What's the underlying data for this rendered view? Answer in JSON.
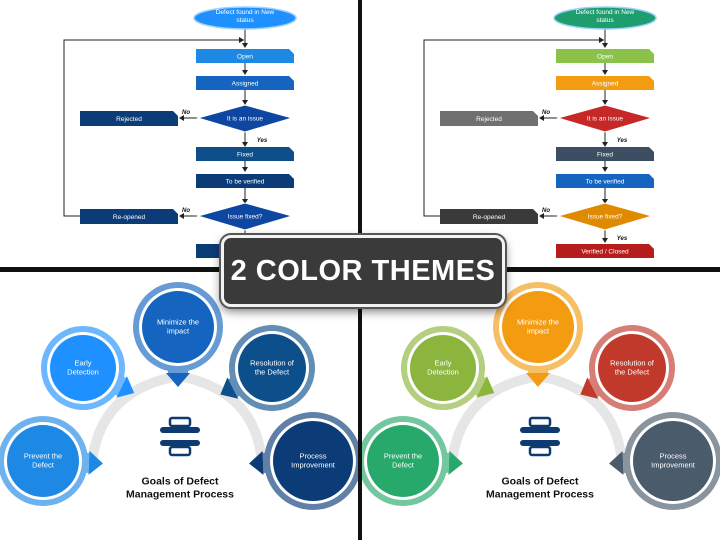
{
  "banner": "2 COLOR THEMES",
  "flow": {
    "start": [
      "Defect found in New",
      "status"
    ],
    "open": "Open",
    "assigned": "Assigned",
    "issue": "It is an issue",
    "rejected": "Rejected",
    "no1": "No",
    "yes1": "Yes",
    "fixed": "Fixed",
    "verify": "To be verified",
    "issue_fixed": "Issue fixed?",
    "reopened": "Re-opened",
    "no2": "No",
    "yes2": "Yes",
    "closed": "Verified / Closed"
  },
  "goals": {
    "prevent": [
      "Prevent the",
      "Defect"
    ],
    "early": [
      "Early",
      "Detection"
    ],
    "minimize": [
      "Minimize the",
      "impact"
    ],
    "resolution": [
      "Resolution of",
      "the Defect"
    ],
    "process": [
      "Process",
      "Improvement"
    ],
    "title": [
      "Goals of Defect",
      "Management Process"
    ]
  },
  "themes": {
    "blue": {
      "start": "#1e90ff",
      "open": "#1e88e5",
      "assigned": "#1565c0",
      "issue": "#0d47a1",
      "rejected": "#0b3c78",
      "fixed": "#0d4f8b",
      "verify": "#0b3c78",
      "issue_fixed": "#0d47a1",
      "reopened": "#0b3c78",
      "closed": "#0b3c78",
      "prevent": "#1e88e5",
      "early": "#1e90ff",
      "minimize": "#1565c0",
      "resolution": "#0d4f8b",
      "process": "#0b3c78"
    },
    "multi": {
      "start": "#1e9e6e",
      "open": "#8bc34a",
      "assigned": "#f39c12",
      "issue": "#c62828",
      "rejected": "#707070",
      "fixed": "#3d4e63",
      "verify": "#1565c0",
      "issue_fixed": "#e08a00",
      "reopened": "#3a3a3a",
      "closed": "#b71c1c",
      "prevent": "#27a96b",
      "early": "#8bb53c",
      "minimize": "#f39c12",
      "resolution": "#c0392b",
      "process": "#4a5b6c"
    }
  }
}
